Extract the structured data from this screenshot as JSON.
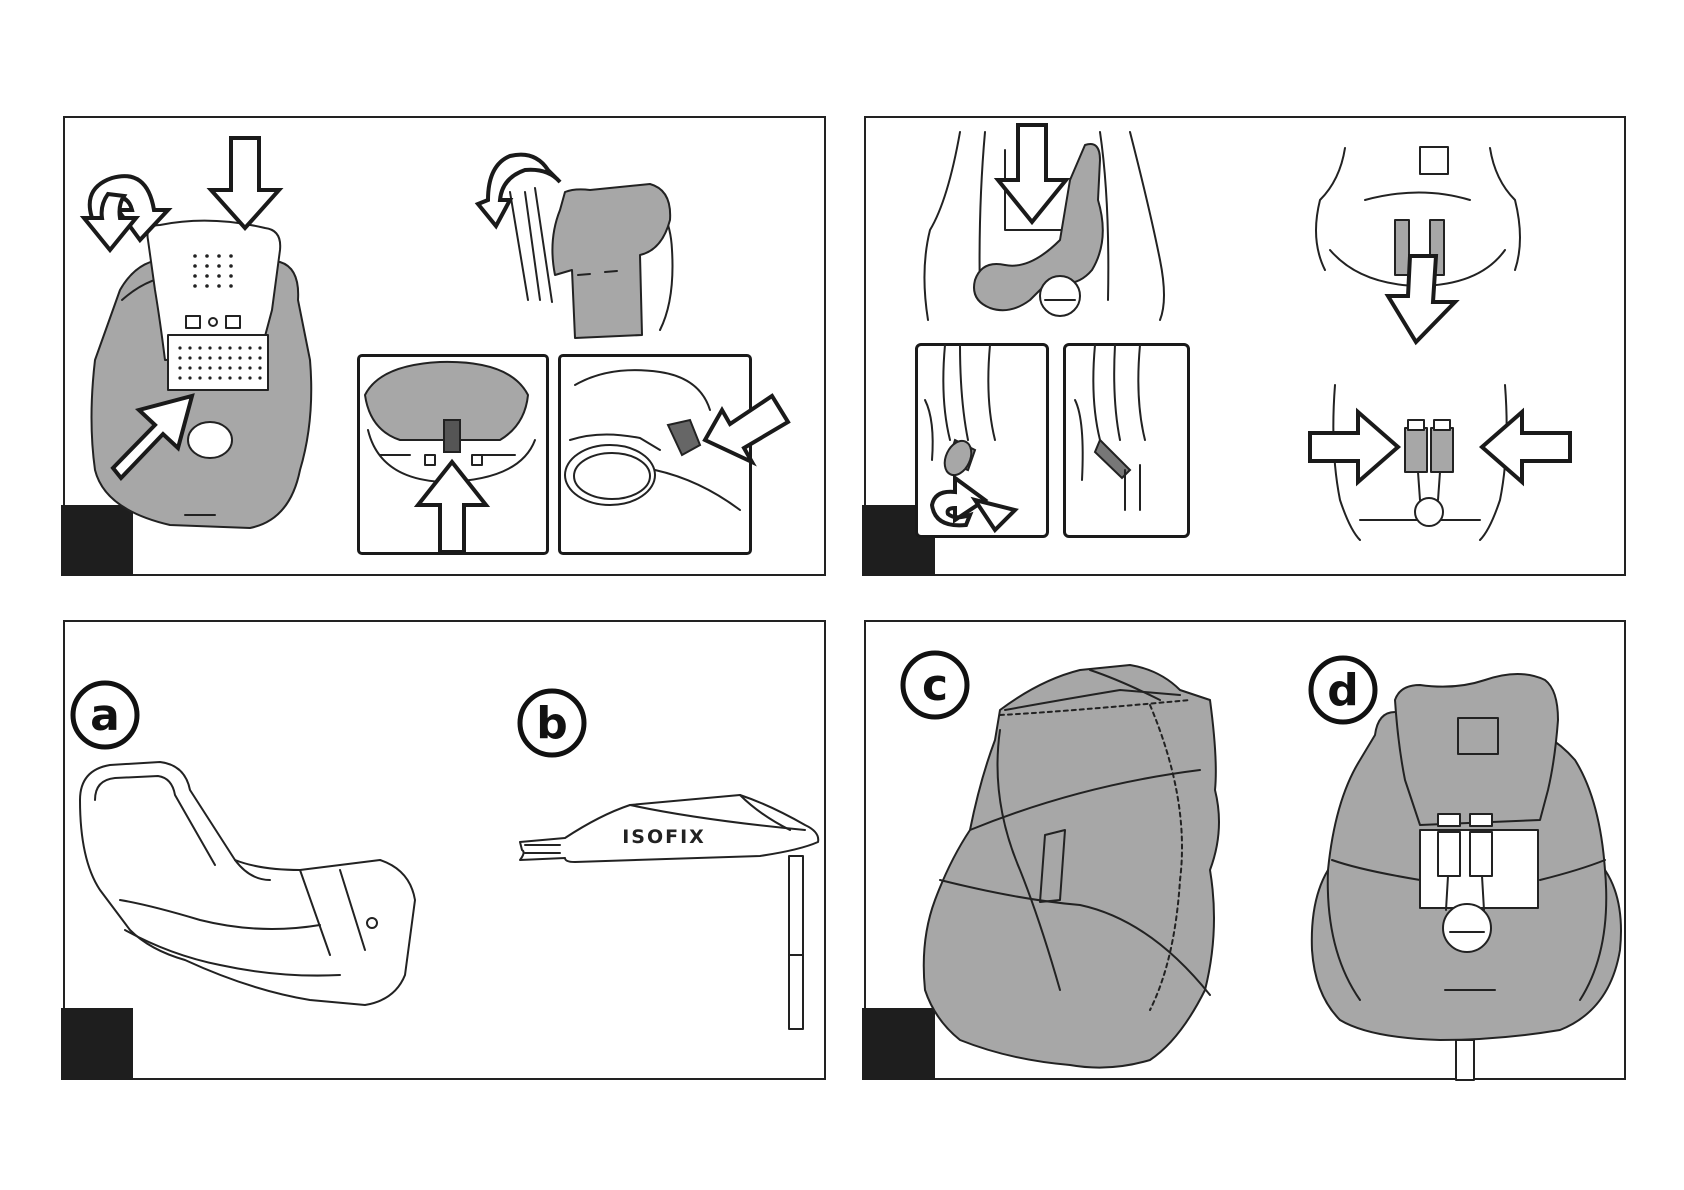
{
  "labels": {
    "a": "a",
    "b": "b",
    "c": "c",
    "d": "d"
  },
  "base_text": "ISOFIX",
  "colors": {
    "line": "#222222",
    "fill_gray": "#a7a7a7",
    "corner_block": "#1e1e1e"
  }
}
